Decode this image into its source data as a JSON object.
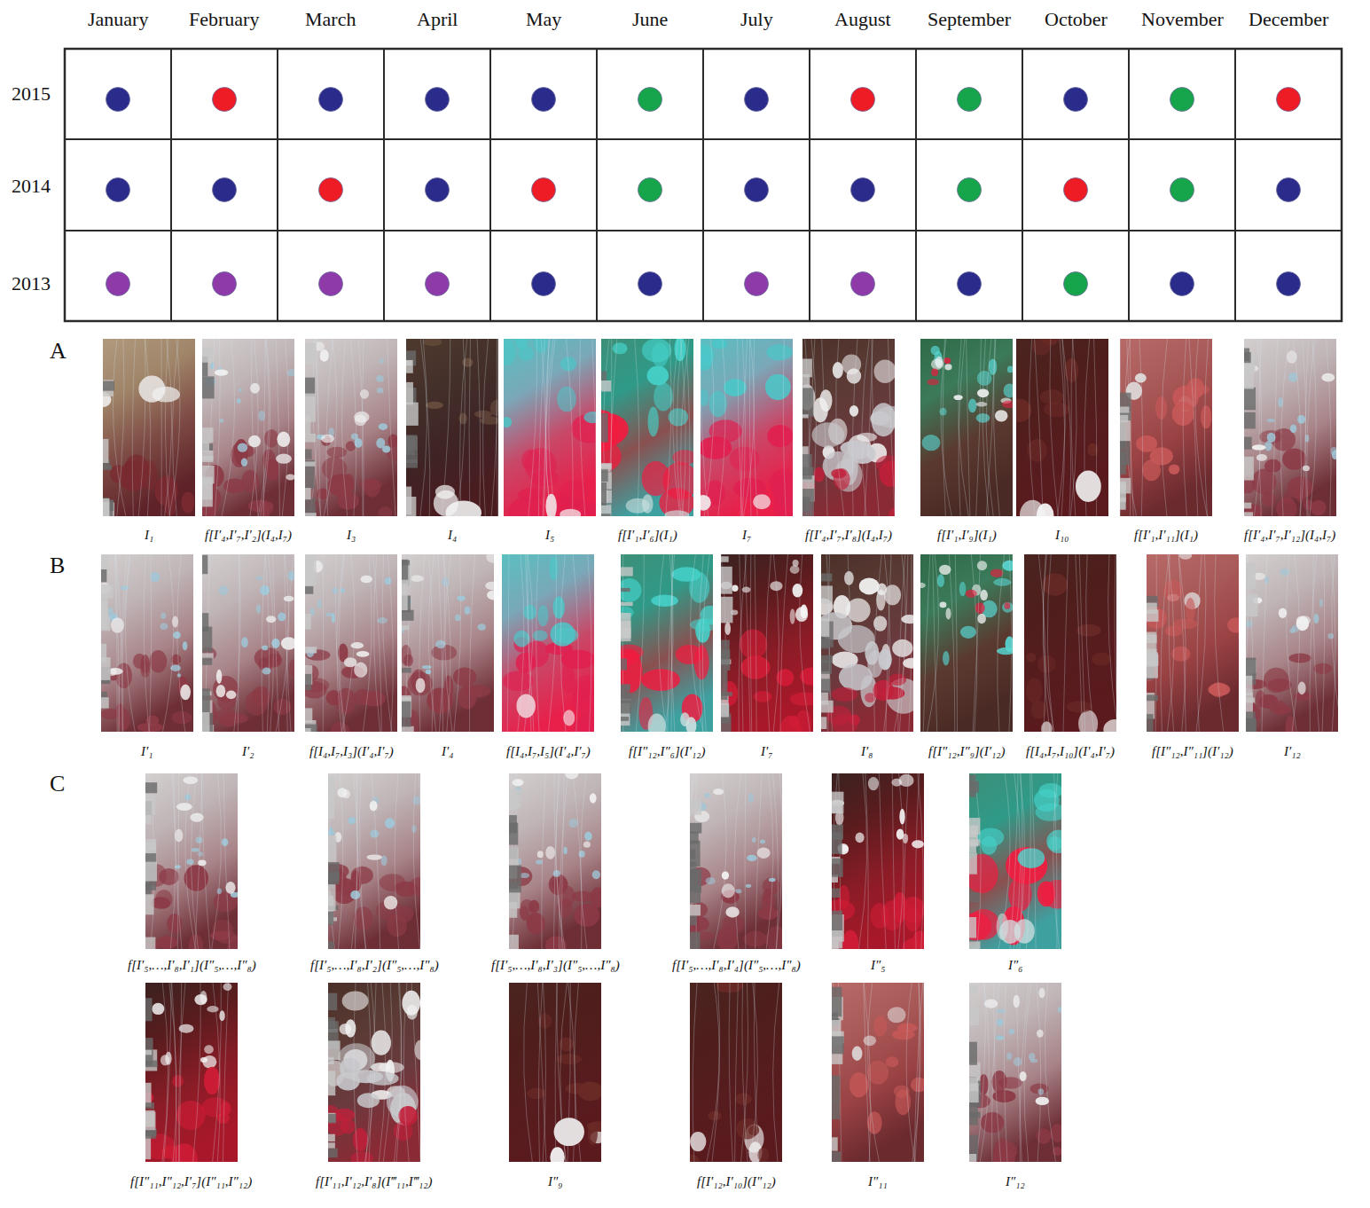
{
  "diagram": {
    "labels": [
      "January",
      "February",
      "March",
      "April",
      "May",
      "June",
      "July",
      "August",
      "September",
      "October",
      "November",
      "December",
      "2015",
      "2014",
      "2013",
      "A",
      "I₁",
      "f[I′₄,I′₇,I′₂](I₄,I₇)",
      "I₃",
      "I₄",
      "I₅",
      "f[I′₁,I′₆](I₁)",
      "I₇",
      "f[I′₄,I′₇,I′₈](I₄,I₇)",
      "f[I′₁,I′₉](I₁)",
      "I₁₀",
      "f[I′₁,I′₁₁](I₁)",
      "f[I′₄,I′₇,I′₁₂](I₄,I₇)",
      "B",
      "I′₁",
      "I′₂",
      "f[I₄,I₇,I₃](I′₄,I′₇)",
      "I′₄",
      "f[I₄,I₇,I₅](I′₄,I′₇)",
      "f[I″₁₂,I″₆](I′₁₂)",
      "I′₇",
      "I′₈",
      "f[I″₁₂,I″₉](I′₁₂)",
      "f[I₄,I₇,I₁₀](I′₄,I′₇)",
      "f[I″₁₂,I″₁₁](I′₁₂)",
      "I′₁₂",
      "C",
      "f[I′₅,…,I′₈,I′₁](I″₅,…,I″₈)",
      "f[I′₅,…,I′₈,I′₂](I″₅,…,I″₈)",
      "f[I′₅,…,I′₈,I′₃](I″₅,…,I″₈)",
      "f[I′₅,…,I′₈,I′₄](I″₅,…,I″₈)",
      "I″₅",
      "I″₆",
      "f[I″₁₁,I″₁₂,I′₇](I″₁₁,I″₁₂)",
      "f[I′₁₁,I′₁₂,I′₈](I‴₁₁,I‴₁₂)",
      "I″₉",
      "f[I′₁₂,I′₁₀](I″₁₂)",
      "I″₁₁",
      "I″₁₂"
    ]
  }
}
